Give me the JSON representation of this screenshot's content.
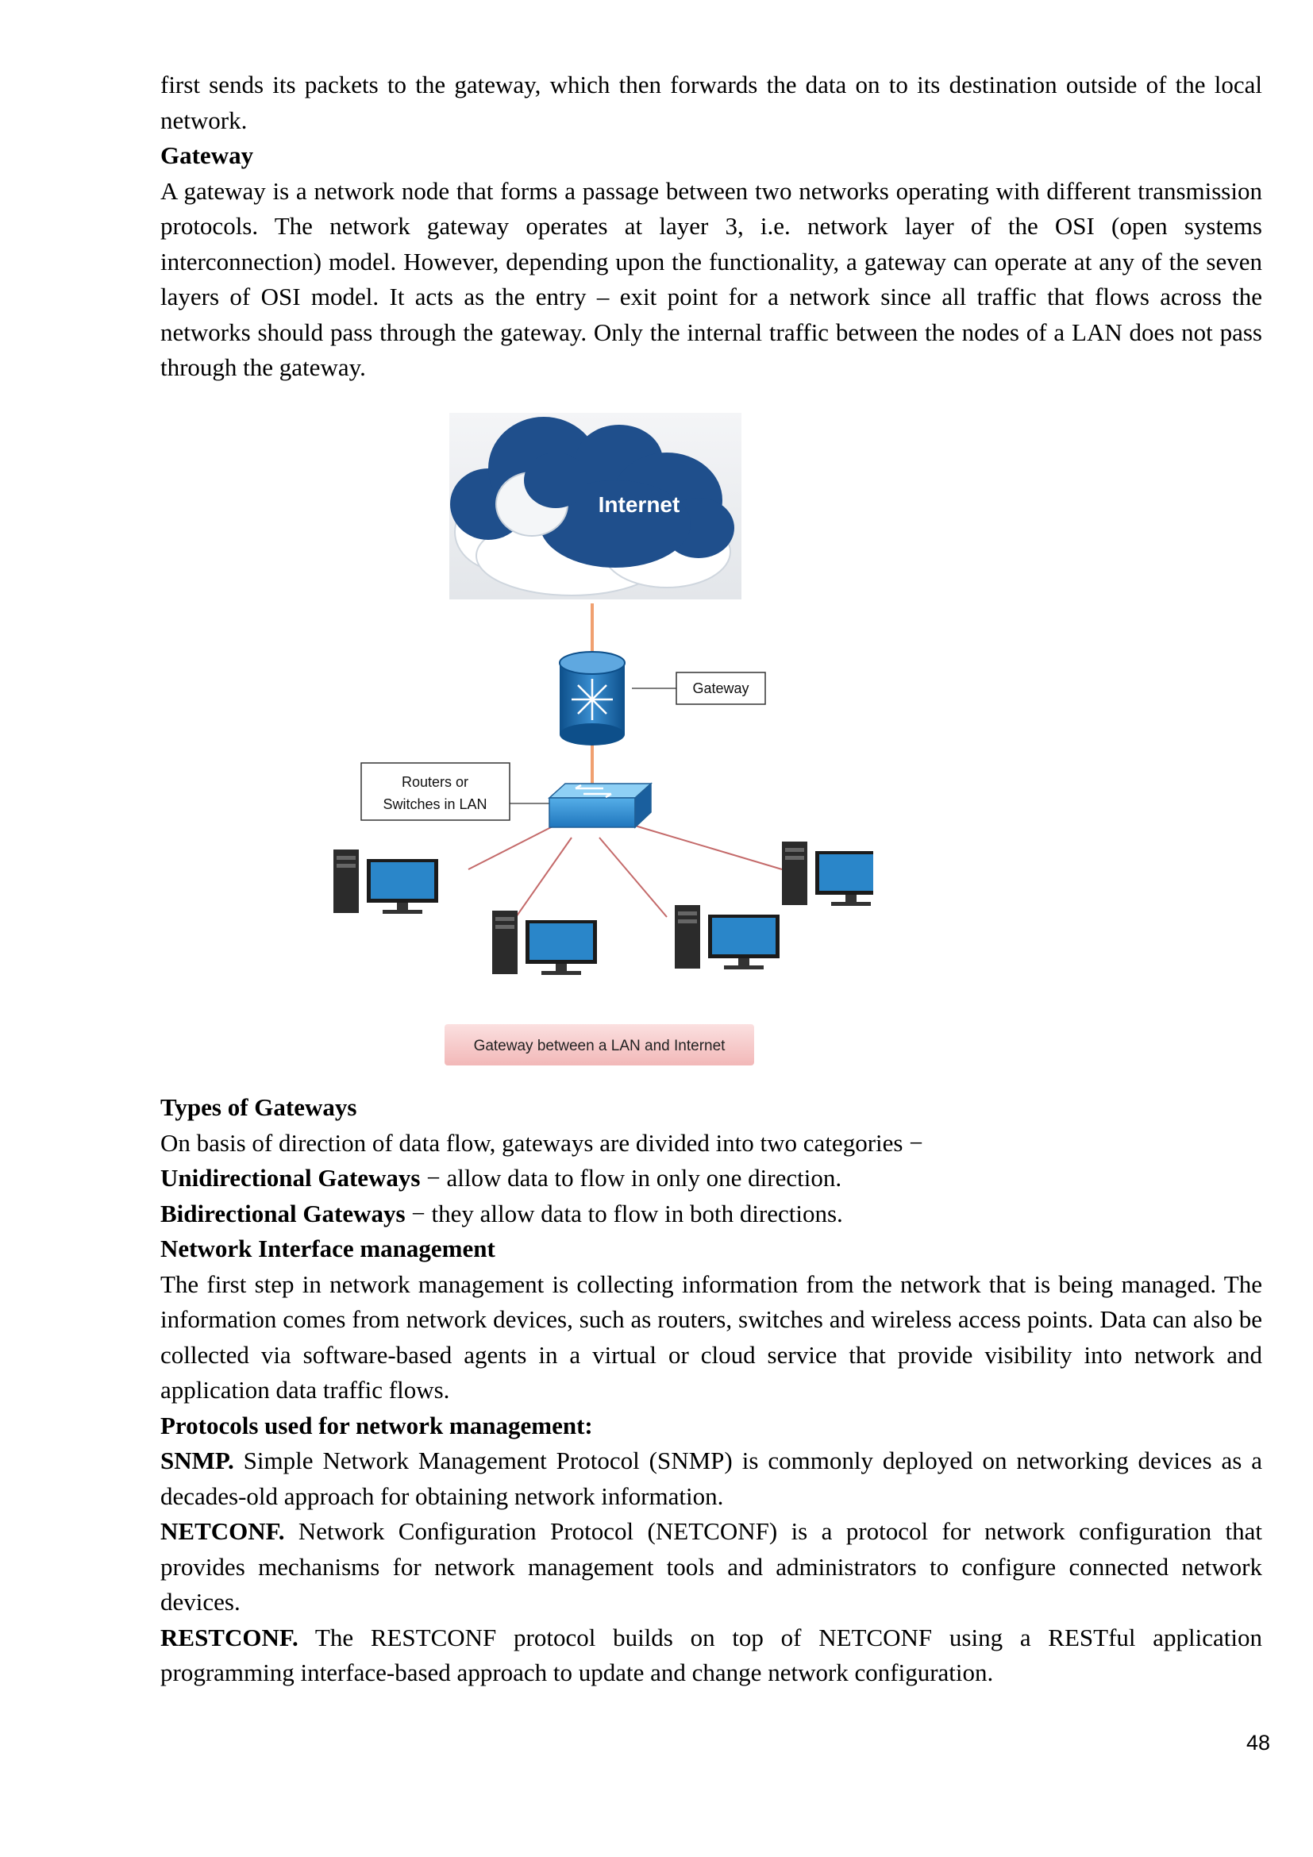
{
  "top_text": "first sends its packets to the gateway, which then forwards the data on to its destination outside of the local network.",
  "gateway": {
    "heading": "Gateway",
    "paragraph": "A gateway is a network node that forms a passage between two networks operating with different transmission protocols. The network gateway operates at layer 3, i.e. network layer of the OSI (open systems interconnection) model. However, depending upon the functionality, a gateway can operate at any of the seven layers of OSI model. It acts as the entry – exit point for a network since all traffic that flows across the networks should pass through the gateway. Only the internal traffic between the nodes of a LAN does not pass through the gateway."
  },
  "figure": {
    "cloud_label": "Internet",
    "gateway_label": "Gateway",
    "router_label_line1": "Routers or",
    "router_label_line2": "Switches in LAN",
    "caption": "Gateway between a LAN and Internet",
    "colors": {
      "cloud_blue": "#1f4f8c",
      "link_orange": "#f0a070",
      "link_red": "#c46a6a",
      "device_blue": "#2a86c9",
      "caption_bg": "#f6c9c9"
    }
  },
  "types": {
    "heading": "Types of Gateways",
    "intro": "On basis of direction of data flow, gateways are divided into two categories −",
    "uni_term": "Unidirectional Gateways",
    "uni_desc": " − allow data to flow in only one direction.",
    "bi_term": "Bidirectional Gateways",
    "bi_desc": " − they allow data to flow in both directions."
  },
  "nim": {
    "heading": "Network Interface management",
    "paragraph": "The first step in network management is collecting information from the network that is being managed. The information comes from network devices, such as routers, switches and wireless access points. Data can also be collected via software-based agents in a virtual or cloud service that provide visibility into network and application data traffic flows."
  },
  "protocols": {
    "heading": "Protocols used for network management:",
    "snmp_term": "SNMP.",
    "snmp_desc": " Simple Network Management Protocol (SNMP) is commonly deployed on networking devices as a decades-old approach for obtaining network information.",
    "netconf_term": "NETCONF.",
    "netconf_desc": " Network Configuration Protocol (NETCONF) is a protocol for network configuration that provides mechanisms for network management tools and administrators to configure connected network devices.",
    "restconf_term": "RESTCONF.",
    "restconf_desc": " The RESTCONF protocol builds on top of NETCONF using a RESTful application programming interface-based approach to update and change network configuration."
  },
  "page_number": "48"
}
